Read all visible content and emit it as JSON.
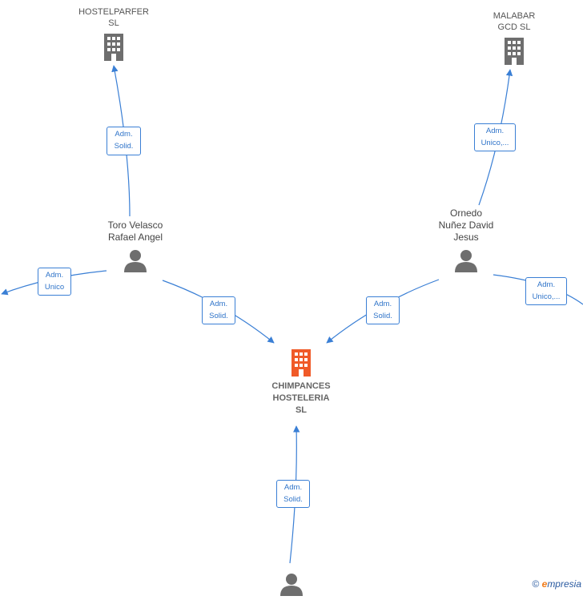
{
  "nodes": {
    "hostelparfer": {
      "label": "HOSTELPARFER\nSL",
      "icon": "building-icon"
    },
    "malabar": {
      "label": "MALABAR\nGCD  SL",
      "icon": "building-icon"
    },
    "toro": {
      "label": "Toro Velasco\nRafael Angel",
      "icon": "person-icon"
    },
    "ornedo": {
      "label": "Ornedo\nNuñez David\nJesus",
      "icon": "person-icon"
    },
    "chimpances": {
      "label": "CHIMPANCES\nHOSTELERIA\nSL",
      "icon": "building-icon",
      "color": "#f05a28"
    },
    "bottom_person": {
      "icon": "person-icon"
    }
  },
  "edges": {
    "toro_hostelparfer": "Adm.\nSolid.",
    "ornedo_malabar": "Adm.\nUnico,...",
    "toro_left": "Adm.\nUnico",
    "toro_chimpances": "Adm.\nSolid.",
    "ornedo_chimpances": "Adm.\nSolid.",
    "ornedo_right": "Adm.\nUnico,...",
    "bottom_chimpances": "Adm.\nSolid."
  },
  "footer": {
    "copyright": "©",
    "brand_first": "e",
    "brand_rest": "mpresia"
  },
  "colors": {
    "edge": "#3a7fd5",
    "icon_gray": "#6e6e6e",
    "focus": "#f05a28"
  }
}
